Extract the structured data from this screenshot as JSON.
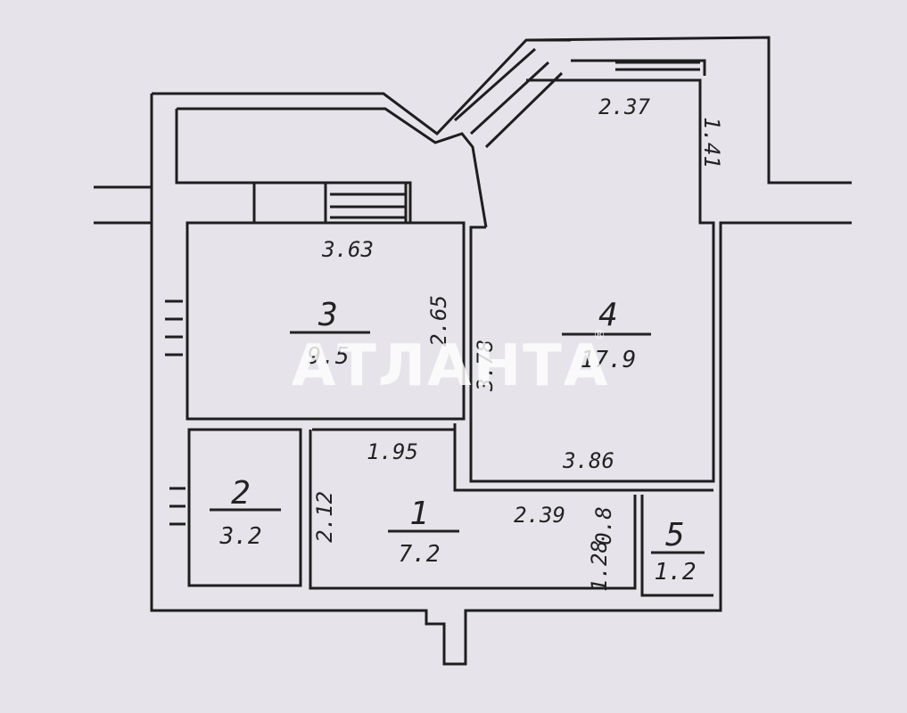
{
  "watermark": {
    "text": "АТЛАНТА",
    "mark": "®"
  },
  "rooms": [
    {
      "number": "1",
      "area": "7.2"
    },
    {
      "number": "2",
      "area": "3.2"
    },
    {
      "number": "3",
      "area": "9.5"
    },
    {
      "number": "4",
      "area": "17.9"
    },
    {
      "number": "5",
      "area": "1.2"
    }
  ],
  "dimensions": {
    "d_363": "3.63",
    "d_265": "2.65",
    "d_378": "3.78",
    "d_237": "2.37",
    "d_141": "1.41",
    "d_195": "1.95",
    "d_386": "3.86",
    "d_212": "2.12",
    "d_239": "2.39",
    "d_08": "0.8",
    "d_128": "1.28"
  },
  "colors": {
    "paper": "#e6e4ea",
    "ink": "#1e1e1e",
    "watermark": "#ffffff"
  }
}
